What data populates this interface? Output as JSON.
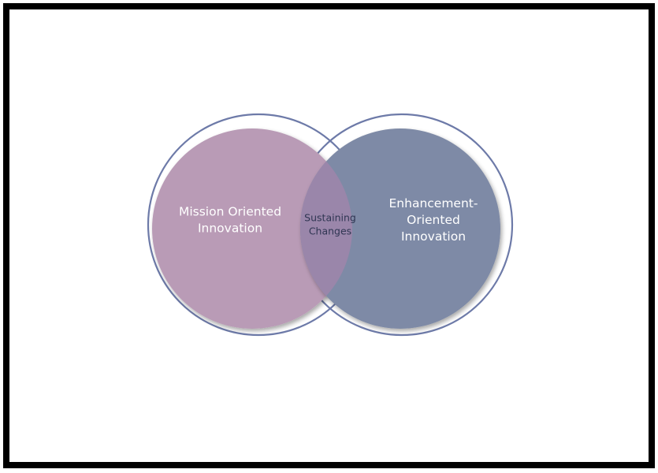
{
  "diagram": {
    "left_circle": {
      "label_lines": [
        "Mission Oriented",
        "Innovation"
      ],
      "fill_color": "#b99bb6",
      "outline_color": "#6d7aa8"
    },
    "right_circle": {
      "label_lines": [
        "Enhancement-",
        "Oriented",
        "Innovation"
      ],
      "fill_color": "#7e8aa6",
      "outline_color": "#6d7aa8"
    },
    "overlap": {
      "label_lines": [
        "Sustaining",
        "Changes"
      ],
      "fill_color": "#9a86aa",
      "text_color": "#2f3552"
    },
    "frame_color": "#000000",
    "label_color": "#ffffff"
  }
}
